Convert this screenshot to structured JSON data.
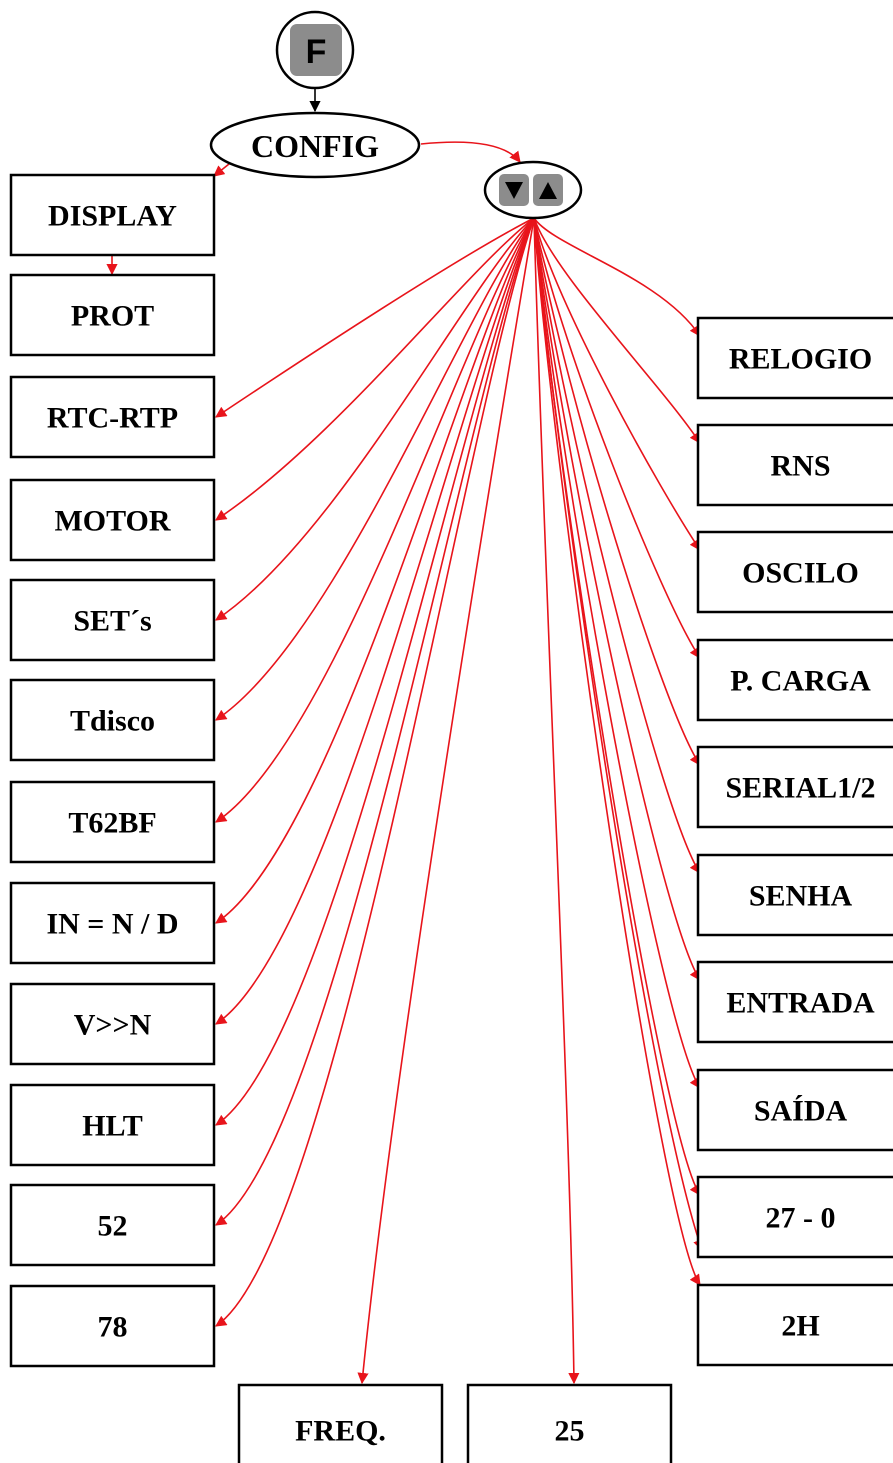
{
  "diagram": {
    "f_key": {
      "label": "F",
      "fill": "#8c8c8c",
      "icon": "f-key-icon"
    },
    "config": {
      "label": "CONFIG"
    },
    "nav_keys": {
      "icon_down": "triangle-down-icon",
      "icon_up": "triangle-up-icon",
      "key_fill": "#8c8c8c"
    },
    "left_column": [
      "DISPLAY",
      "PROT",
      "RTC-RTP",
      "MOTOR",
      "SET´s",
      "Tdisco",
      "T62BF",
      "IN = N / D",
      "V>>N",
      "HLT",
      "52",
      "78"
    ],
    "right_column": [
      "RELOGIO",
      "RNS",
      "OSCILO",
      "P. CARGA",
      "SERIAL1/2",
      "SENHA",
      "ENTRADA",
      "SAÍDA",
      "27 - 0",
      "2H"
    ],
    "bottom_row": [
      "FREQ.",
      "25"
    ],
    "edge_color": "#e8141b",
    "arrow_color_black": "#000000"
  }
}
